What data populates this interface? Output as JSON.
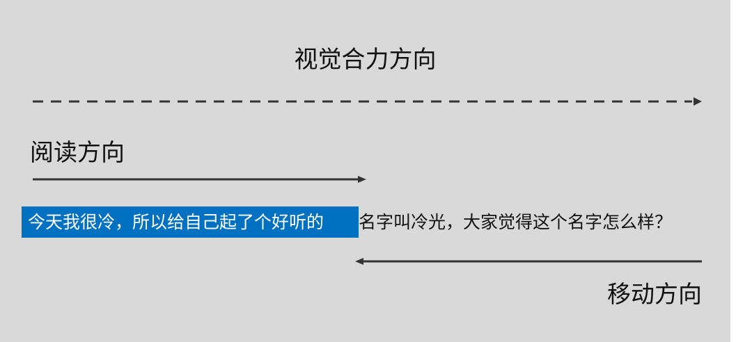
{
  "title": "视觉合力方向",
  "reading_label": "阅读方向",
  "moving_label": "移动方向",
  "sentence": {
    "highlighted": "今天我很冷，所以给自己起了个好听的",
    "rest": "名字叫冷光，大家觉得这个名字怎么样？"
  },
  "colors": {
    "background": "#d9d9d9",
    "highlight": "#0070c0",
    "arrow": "#333333"
  }
}
